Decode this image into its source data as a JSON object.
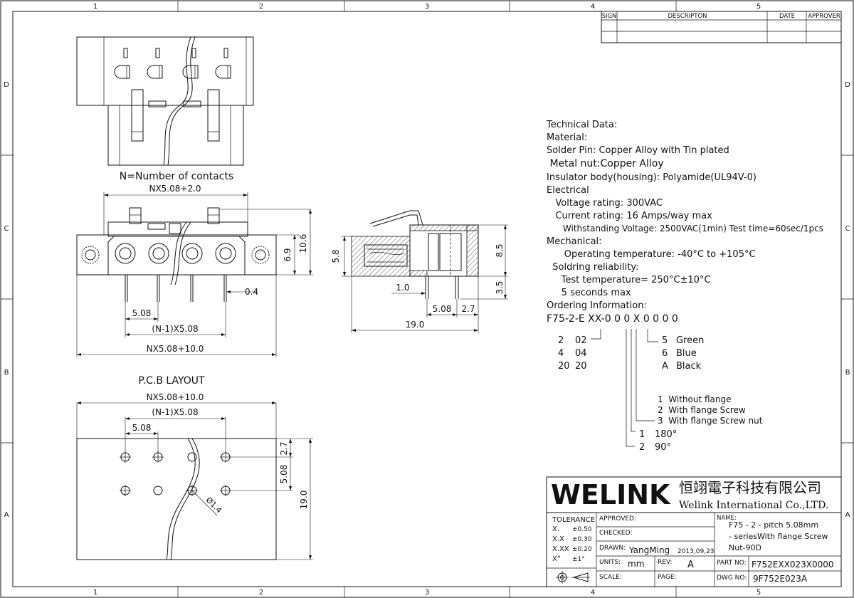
{
  "grid": {
    "columns": [
      "1",
      "2",
      "3",
      "4",
      "5"
    ],
    "rows": [
      "D",
      "C",
      "B",
      "A"
    ]
  },
  "revision_table": {
    "headers": {
      "sign": "SIGN",
      "description": "DESCRIPTON",
      "date": "DATE",
      "approver": "APPROVER"
    }
  },
  "drawing": {
    "top_view_note": "N=Number of contacts",
    "dim_top_width": "NX5.08+2.0",
    "dim_front_height_1": "6.9",
    "dim_front_height_2": "10.6",
    "dim_pin_width": "0.4",
    "dim_pitch": "5.08",
    "dim_span": "(N-1)X5.08",
    "dim_total": "NX5.08+10.0",
    "side_dim_5_8": "5.8",
    "side_dim_8_5": "8.5",
    "side_dim_3_5": "3.5",
    "side_dim_1_0": "1.0",
    "side_dim_5_08": "5.08",
    "side_dim_2_7": "2.7",
    "side_dim_19": "19.0",
    "pcb_title": "P.C.B LAYOUT",
    "pcb_total": "NX5.08+10.0",
    "pcb_span": "(N-1)X5.08",
    "pcb_pitch": "5.08",
    "pcb_2_7": "2.7",
    "pcb_5_08": "5.08",
    "pcb_19": "19.0",
    "pcb_hole": "Ø1.4"
  },
  "tech": {
    "lines": [
      "Technical Data:",
      "Material:",
      "Solder Pin: Copper Alloy with Tin plated",
      " Metal nut:Copper Alloy",
      "Insulator body(housing): Polyamide(UL94V-0)",
      "Electrical",
      "   Voltage rating: 300VAC",
      "   Current rating: 16 Amps/way max",
      "      Withstanding Voltage: 2500VAC(1min) Test time=60sec/1pcs",
      "Mechanical:",
      "      Operating temperature: -40°C to +105°C",
      "  Soldring reliability:",
      "     Test temperature= 250°C±10°C",
      "     5 seconds max",
      "Ordering Information:"
    ],
    "part_code": "F75-2-E XX-0 0 0 X 0 0 0 0",
    "contacts": [
      {
        "n": "2",
        "code": "02"
      },
      {
        "n": "4",
        "code": "04"
      },
      {
        "n": "20",
        "code": "20"
      }
    ],
    "colors": [
      {
        "code": "5",
        "name": "Green"
      },
      {
        "code": "6",
        "name": "Blue"
      },
      {
        "code": "A",
        "name": "Black"
      }
    ],
    "flange": [
      "1  Without flange",
      "2  With flange Screw",
      "3  With flange Screw nut"
    ],
    "angle": [
      {
        "code": "1",
        "value": "180°"
      },
      {
        "code": "2",
        "value": "90°"
      }
    ]
  },
  "title_block": {
    "logo": "WELINK",
    "company_cn": "恒翊電子科技有限公司",
    "company_en": "Welink International Co.,LTD.",
    "tolerance_label": "TOLERANCE",
    "tolerances": [
      {
        "k": "X.",
        "v": "±0.50"
      },
      {
        "k": "X.X",
        "v": "±0.30"
      },
      {
        "k": "X.XX",
        "v": "±0.20"
      },
      {
        "k": "X°",
        "v": "±1°"
      }
    ],
    "approved": "APPROVED:",
    "checked": "CHECKED:",
    "drawn_label": "DRAWN:",
    "drawn_by": "YangMing",
    "drawn_date": "2013,09,23",
    "units_label": "UNITS:",
    "units": "mm",
    "rev_label": "REV:",
    "rev": "A",
    "scale_label": "SCALE:",
    "page_label": "PAGE:",
    "name_label": "NAME:",
    "name_lines": [
      "F75 - 2 - pitch 5.08mm",
      "- seriesWith flange Screw",
      "Nut-90D"
    ],
    "part_no_label": "PART NO:",
    "part_no": "F752EXX023X0000",
    "dwg_no_label": "DWG NO:",
    "dwg_no": "9F752E023A"
  }
}
